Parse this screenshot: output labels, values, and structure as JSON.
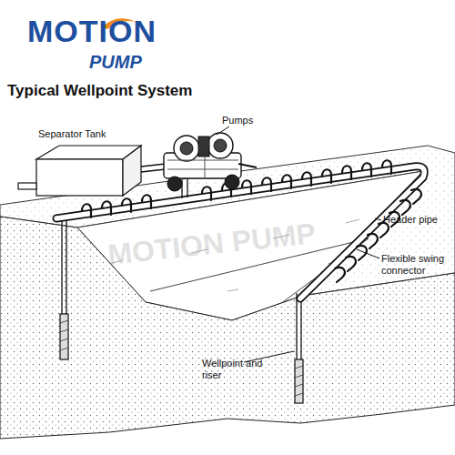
{
  "diagram": {
    "title": "Typical Wellpoint System",
    "labels": [
      "MOTION",
      "PUMP",
      "Separator Tank",
      "Pumps",
      "Header pipe",
      "Flexible swing connector",
      "Wellpoint and riser",
      "MOTION PUMP"
    ]
  }
}
